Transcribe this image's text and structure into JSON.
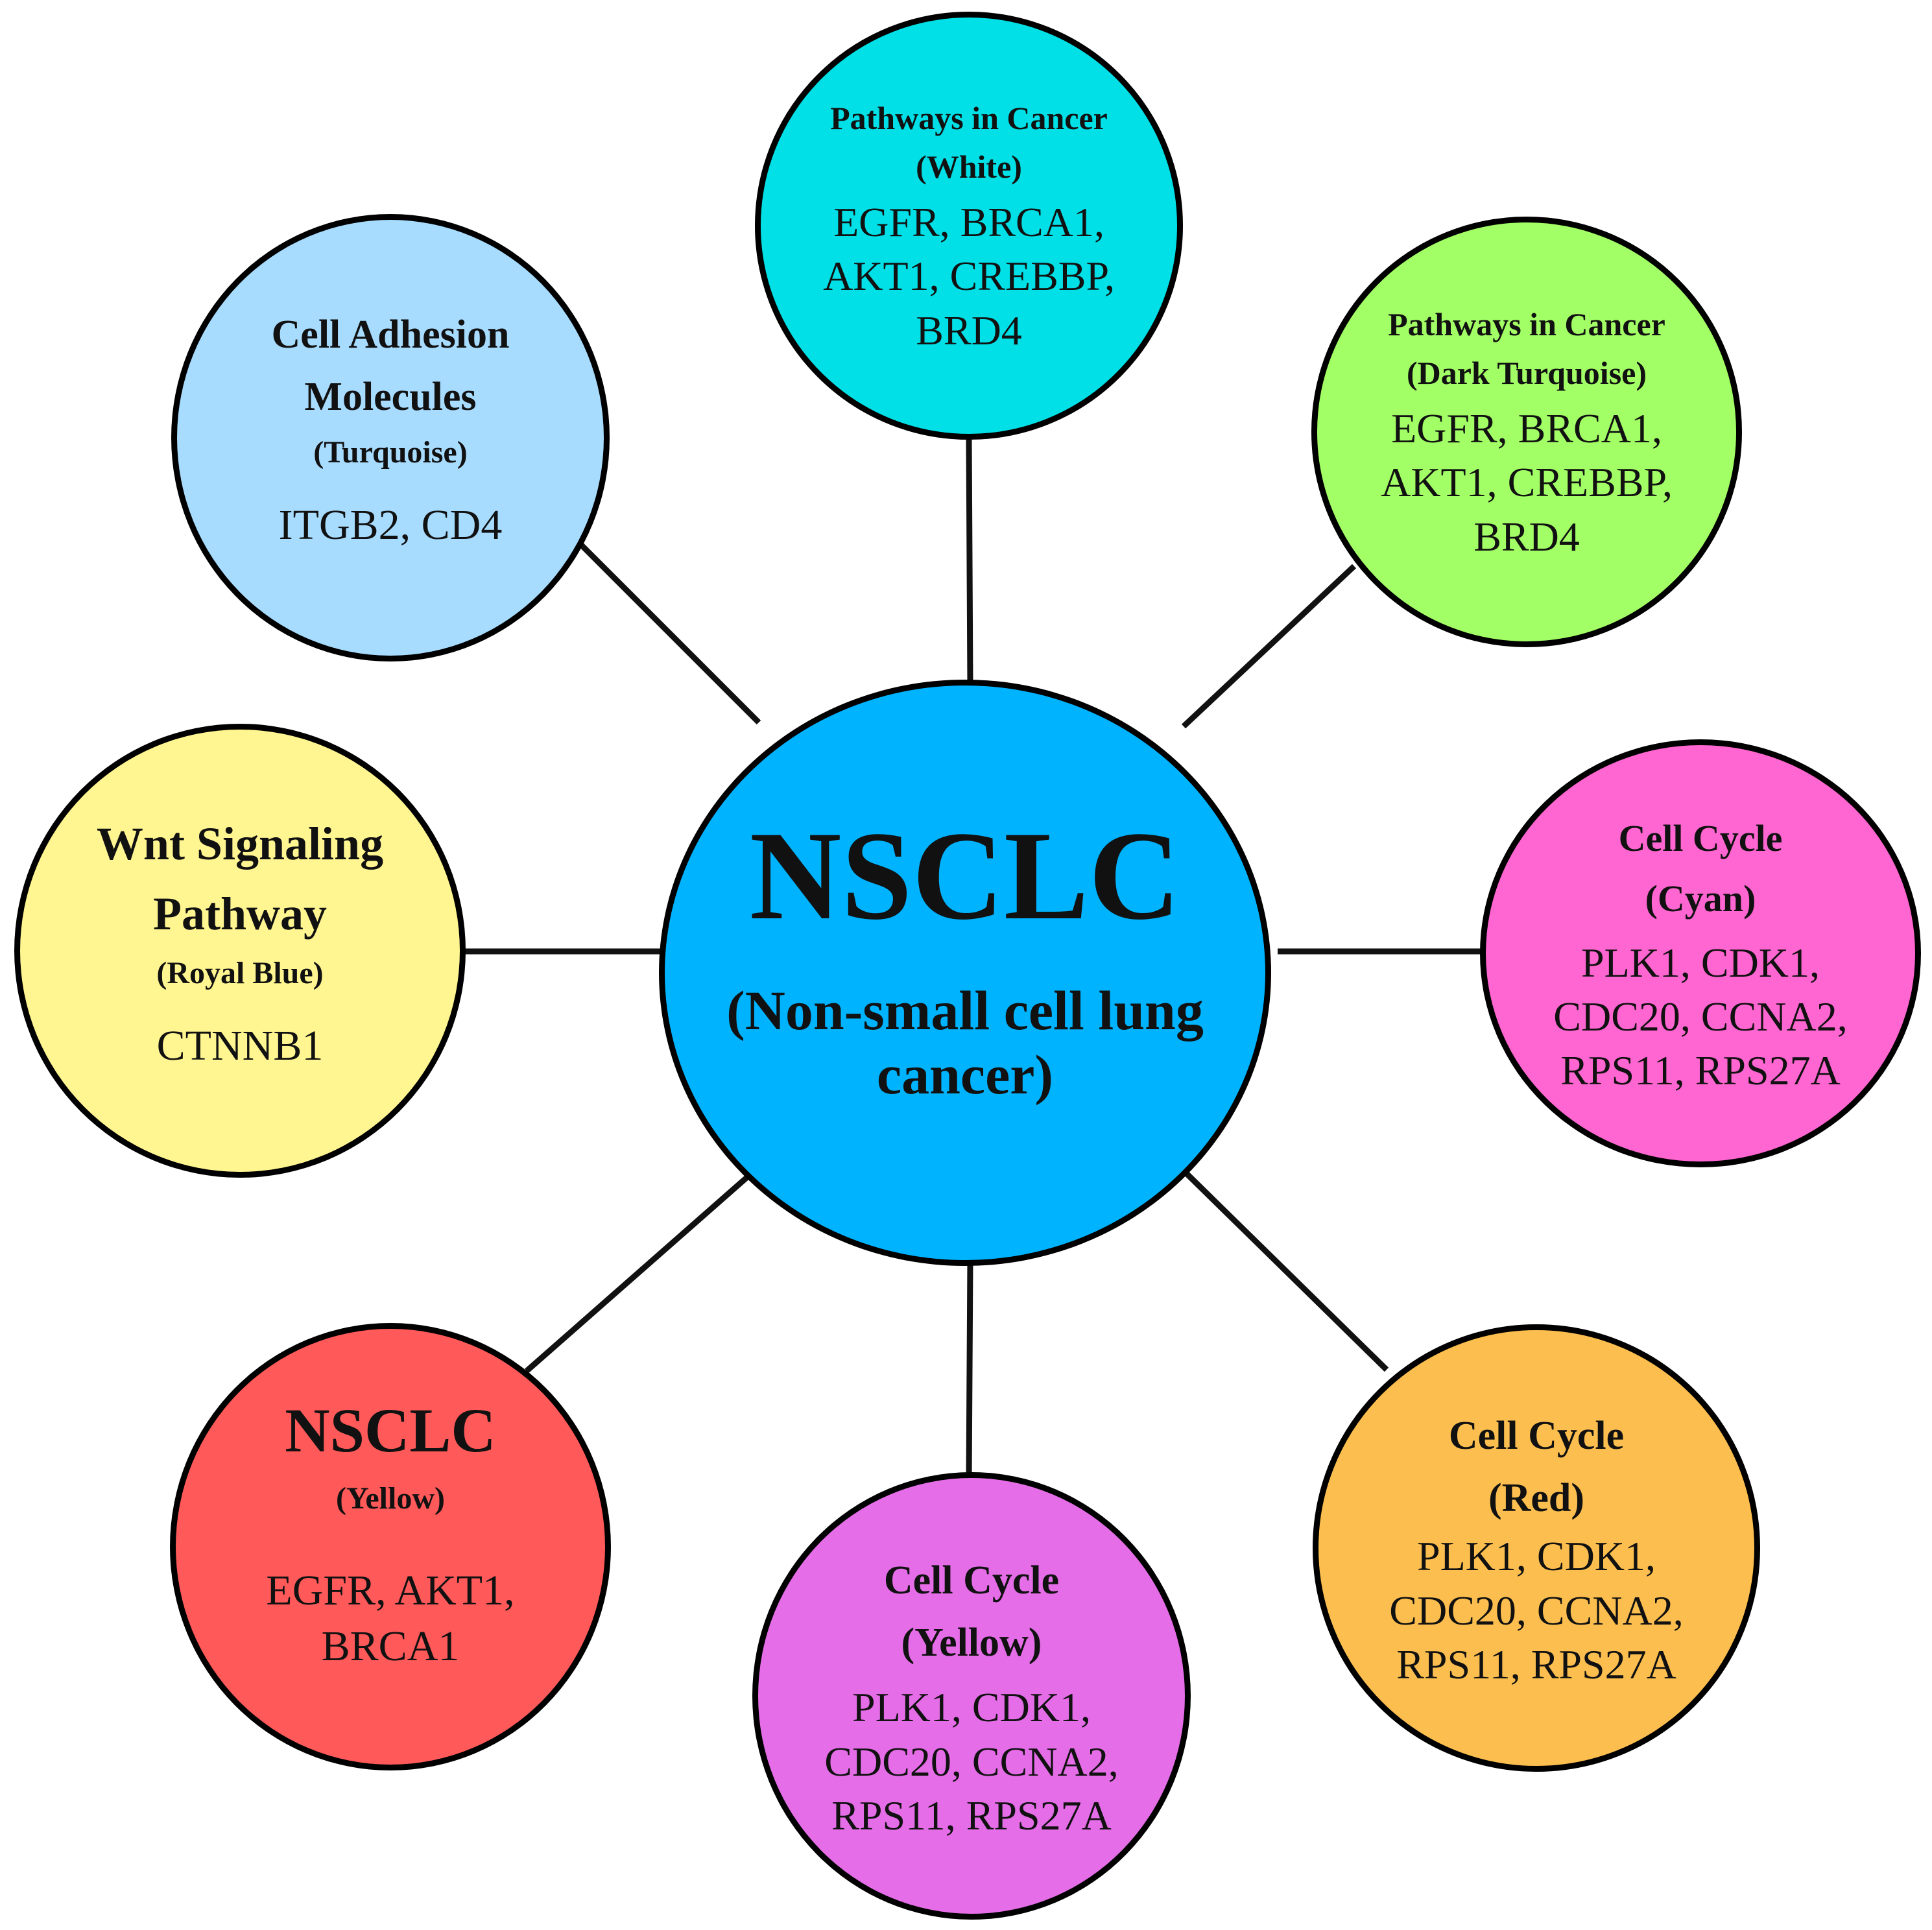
{
  "center": {
    "title": "NSCLC",
    "subtitle_line1": "(Non-small cell lung",
    "subtitle_line2": "cancer)",
    "color": "#00b3ff"
  },
  "nodes": [
    {
      "id": "pathways-white",
      "title_lines": [
        "Pathways in Cancer"
      ],
      "module": "(White)",
      "genes_lines": [
        "EGFR, BRCA1,",
        "AKT1, CREBBP,",
        "BRD4"
      ],
      "color": "#00e0e6"
    },
    {
      "id": "pathways-dark-turquoise",
      "title_lines": [
        "Pathways in Cancer"
      ],
      "module": "(Dark Turquoise)",
      "genes_lines": [
        "EGFR, BRCA1,",
        "AKT1, CREBBP,",
        "BRD4"
      ],
      "color": "#a3ff66"
    },
    {
      "id": "cell-cycle-cyan",
      "title_lines": [
        "Cell Cycle"
      ],
      "module": "(Cyan)",
      "genes_lines": [
        "PLK1, CDK1,",
        "CDC20, CCNA2,",
        "RPS11, RPS27A"
      ],
      "color": "#ff66d1"
    },
    {
      "id": "cell-cycle-red",
      "title_lines": [
        "Cell Cycle"
      ],
      "module": "(Red)",
      "genes_lines": [
        "PLK1, CDK1,",
        "CDC20, CCNA2,",
        "RPS11, RPS27A"
      ],
      "color": "#fcbf4f"
    },
    {
      "id": "cell-cycle-yellow",
      "title_lines": [
        "Cell Cycle"
      ],
      "module": "(Yellow)",
      "genes_lines": [
        "PLK1, CDK1,",
        "CDC20, CCNA2,",
        "RPS11, RPS27A"
      ],
      "color": "#e56ee8"
    },
    {
      "id": "nsclc-yellow",
      "title_lines": [
        "NSCLC"
      ],
      "module": "(Yellow)",
      "genes_lines": [
        "EGFR, AKT1,",
        "BRCA1"
      ],
      "color": "#ff5959"
    },
    {
      "id": "wnt-royal-blue",
      "title_lines": [
        "Wnt Signaling",
        "Pathway"
      ],
      "module": "(Royal Blue)",
      "genes_lines": [
        "CTNNB1"
      ],
      "color": "#fff591"
    },
    {
      "id": "cell-adhesion-turquoise",
      "title_lines": [
        "Cell Adhesion",
        "Molecules"
      ],
      "module": "(Turquoise)",
      "genes_lines": [
        "ITGB2, CD4"
      ],
      "color": "#a8dcff"
    }
  ]
}
